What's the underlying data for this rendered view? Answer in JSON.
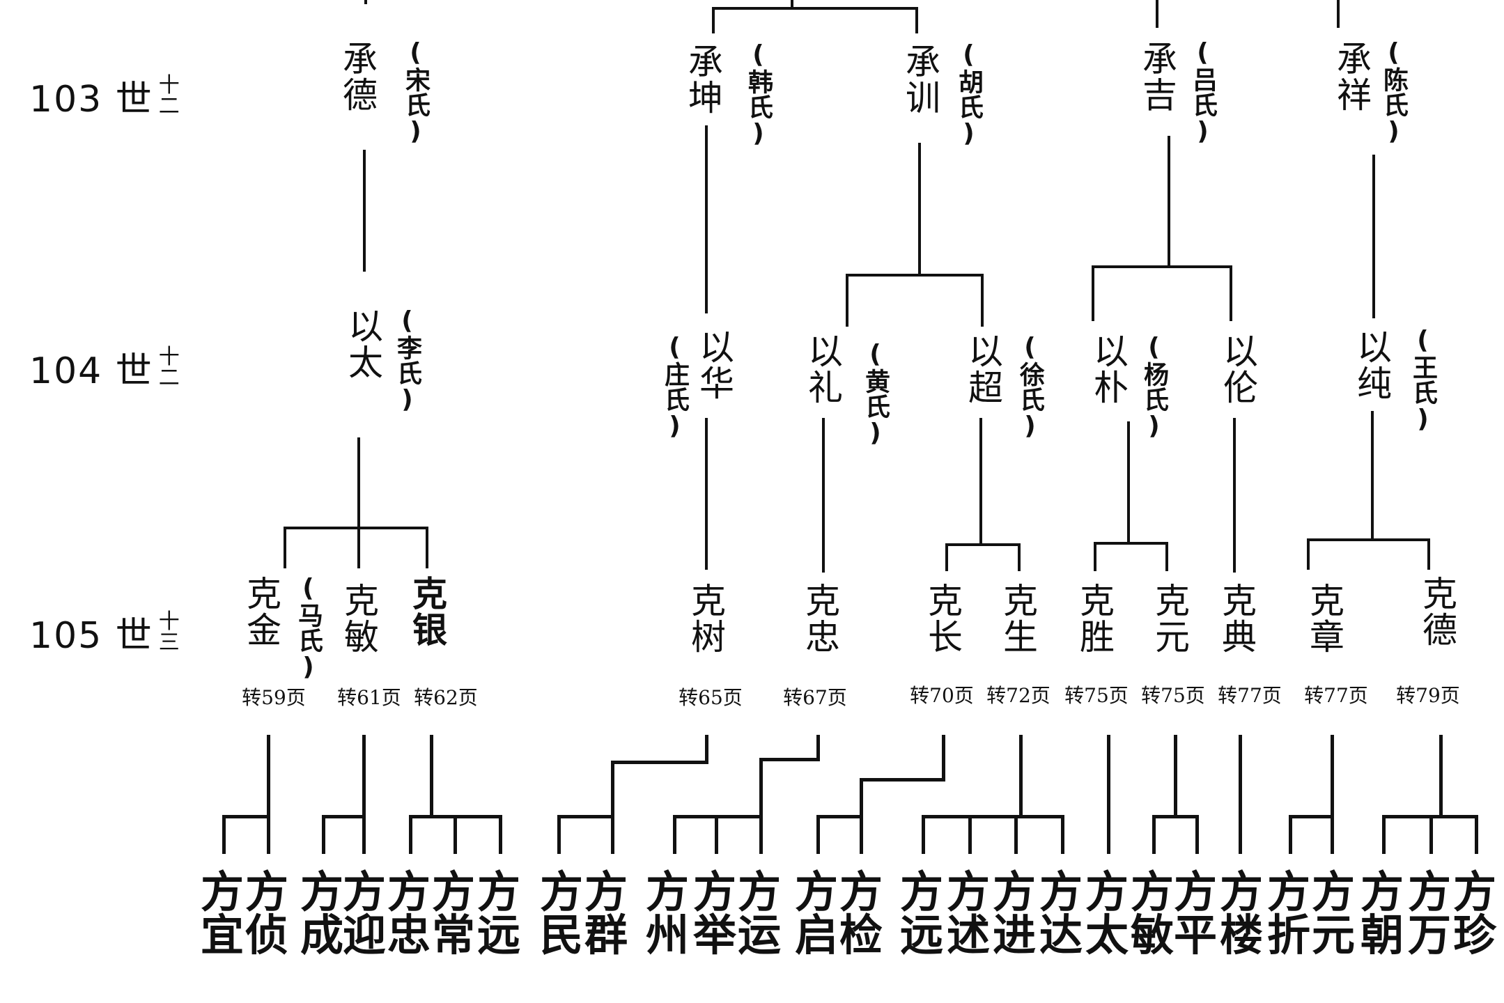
{
  "generations": [
    {
      "label": "103 世",
      "num": [
        "十",
        "二"
      ]
    },
    {
      "label": "104 世",
      "num": [
        "十",
        "二"
      ]
    },
    {
      "label": "105 世",
      "num": [
        "十",
        "三"
      ]
    }
  ],
  "gen103": [
    {
      "name": "承德",
      "spouse": "(宋氏)"
    },
    {
      "name": "承坤",
      "spouse": "(韩氏)"
    },
    {
      "name": "承训",
      "spouse": "(胡氏)"
    },
    {
      "name": "承吉",
      "spouse": "(吕氏)"
    },
    {
      "name": "承祥",
      "spouse": "(陈氏)"
    }
  ],
  "gen104": [
    {
      "name": "以太",
      "spouse": "(李氏)"
    },
    {
      "name": "以华",
      "spouse": "(庄氏)"
    },
    {
      "name": "以礼",
      "spouse": "(黄氏)"
    },
    {
      "name": "以超",
      "spouse": "(徐氏)"
    },
    {
      "name": "以朴",
      "spouse": "(杨氏)"
    },
    {
      "name": "以伦",
      "spouse": ""
    },
    {
      "name": "以纯",
      "spouse": "(王氏)"
    }
  ],
  "gen105": [
    {
      "name": "克金",
      "spouse": "(马氏)",
      "ref": "转59页"
    },
    {
      "name": "克敏",
      "spouse": "",
      "ref": "转61页"
    },
    {
      "name": "克银",
      "spouse": "",
      "ref": "转62页"
    },
    {
      "name": "克树",
      "spouse": "",
      "ref": "转65页"
    },
    {
      "name": "克忠",
      "spouse": "",
      "ref": "转67页"
    },
    {
      "name": "克长",
      "spouse": "",
      "ref": "转70页"
    },
    {
      "name": "克生",
      "spouse": "",
      "ref": "转72页"
    },
    {
      "name": "克胜",
      "spouse": "",
      "ref": "转75页"
    },
    {
      "name": "克元",
      "spouse": "",
      "ref": "转75页"
    },
    {
      "name": "克典",
      "spouse": "",
      "ref": "转77页"
    },
    {
      "name": "克章",
      "spouse": "",
      "ref": "转77页"
    },
    {
      "name": "克德",
      "spouse": "",
      "ref": "转79页"
    }
  ],
  "gen106": [
    "方宜",
    "方侦",
    "方成",
    "方迎",
    "方忠",
    "方常",
    "方远",
    "方民",
    "方群",
    "方州",
    "方举",
    "方运",
    "方启",
    "方检",
    "方远",
    "方述",
    "方进",
    "方达",
    "方太",
    "方敏",
    "方平",
    "方楼",
    "方折",
    "方元",
    "方朝",
    "方万",
    "方珍"
  ]
}
